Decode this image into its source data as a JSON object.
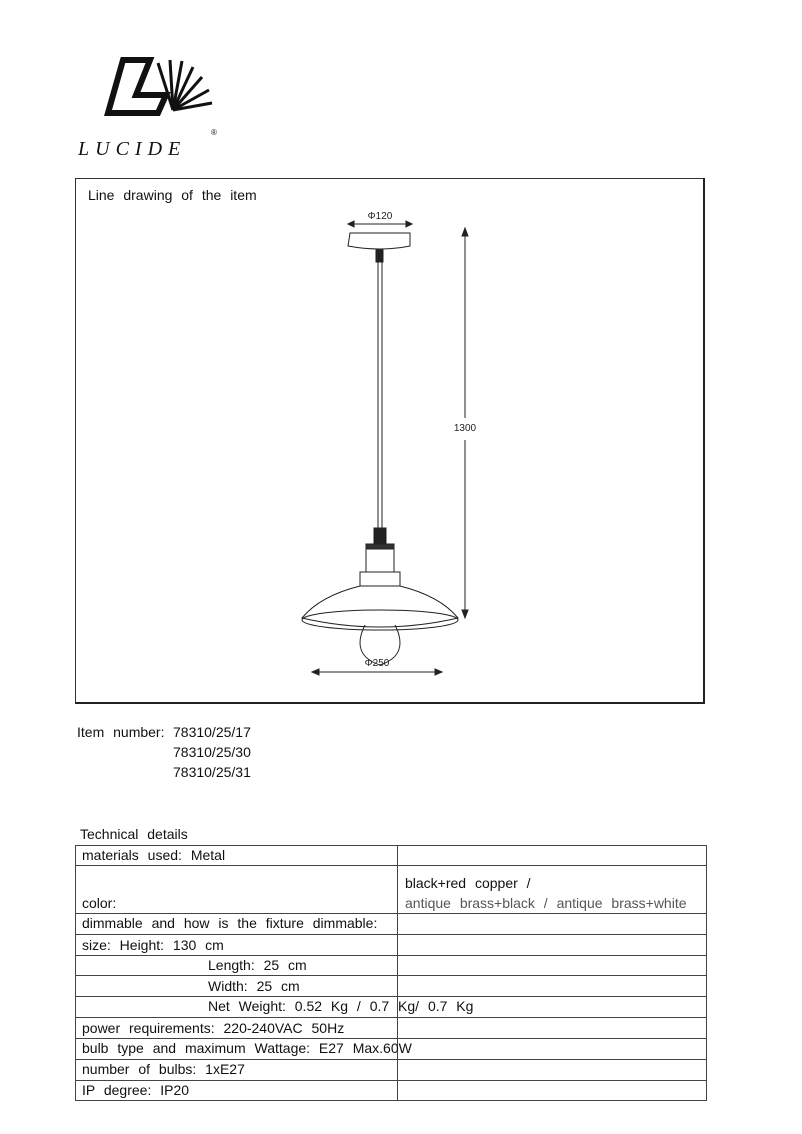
{
  "logo": {
    "text": "LUCIDE",
    "registered": "®"
  },
  "drawing": {
    "caption": "Line drawing of the item",
    "dim_top": "Φ120",
    "dim_height": "1300",
    "dim_bottom": "Φ250"
  },
  "item": {
    "label": "Item number:",
    "numbers": [
      "78310/25/17",
      "78310/25/30",
      "78310/25/31"
    ]
  },
  "tech": {
    "title": "Technical details",
    "materials": "materials used: Metal",
    "color_label": "color:",
    "color_value_1": "black+red copper /",
    "color_value_2": "antique brass+black / antique brass+white",
    "dimmable": "dimmable and how is the fixture dimmable:",
    "height": "size: Height: 130 cm",
    "length": "Length: 25 cm",
    "width": "Width: 25 cm",
    "weight": "Net Weight: 0.52 Kg / 0.7 Kg/ 0.7 Kg",
    "power": "power requirements: 220-240VAC 50Hz",
    "bulb": "bulb type and maximum Wattage: E27 Max.60W",
    "bulbs": "number of bulbs: 1xE27",
    "ip": "IP degree: IP20"
  }
}
